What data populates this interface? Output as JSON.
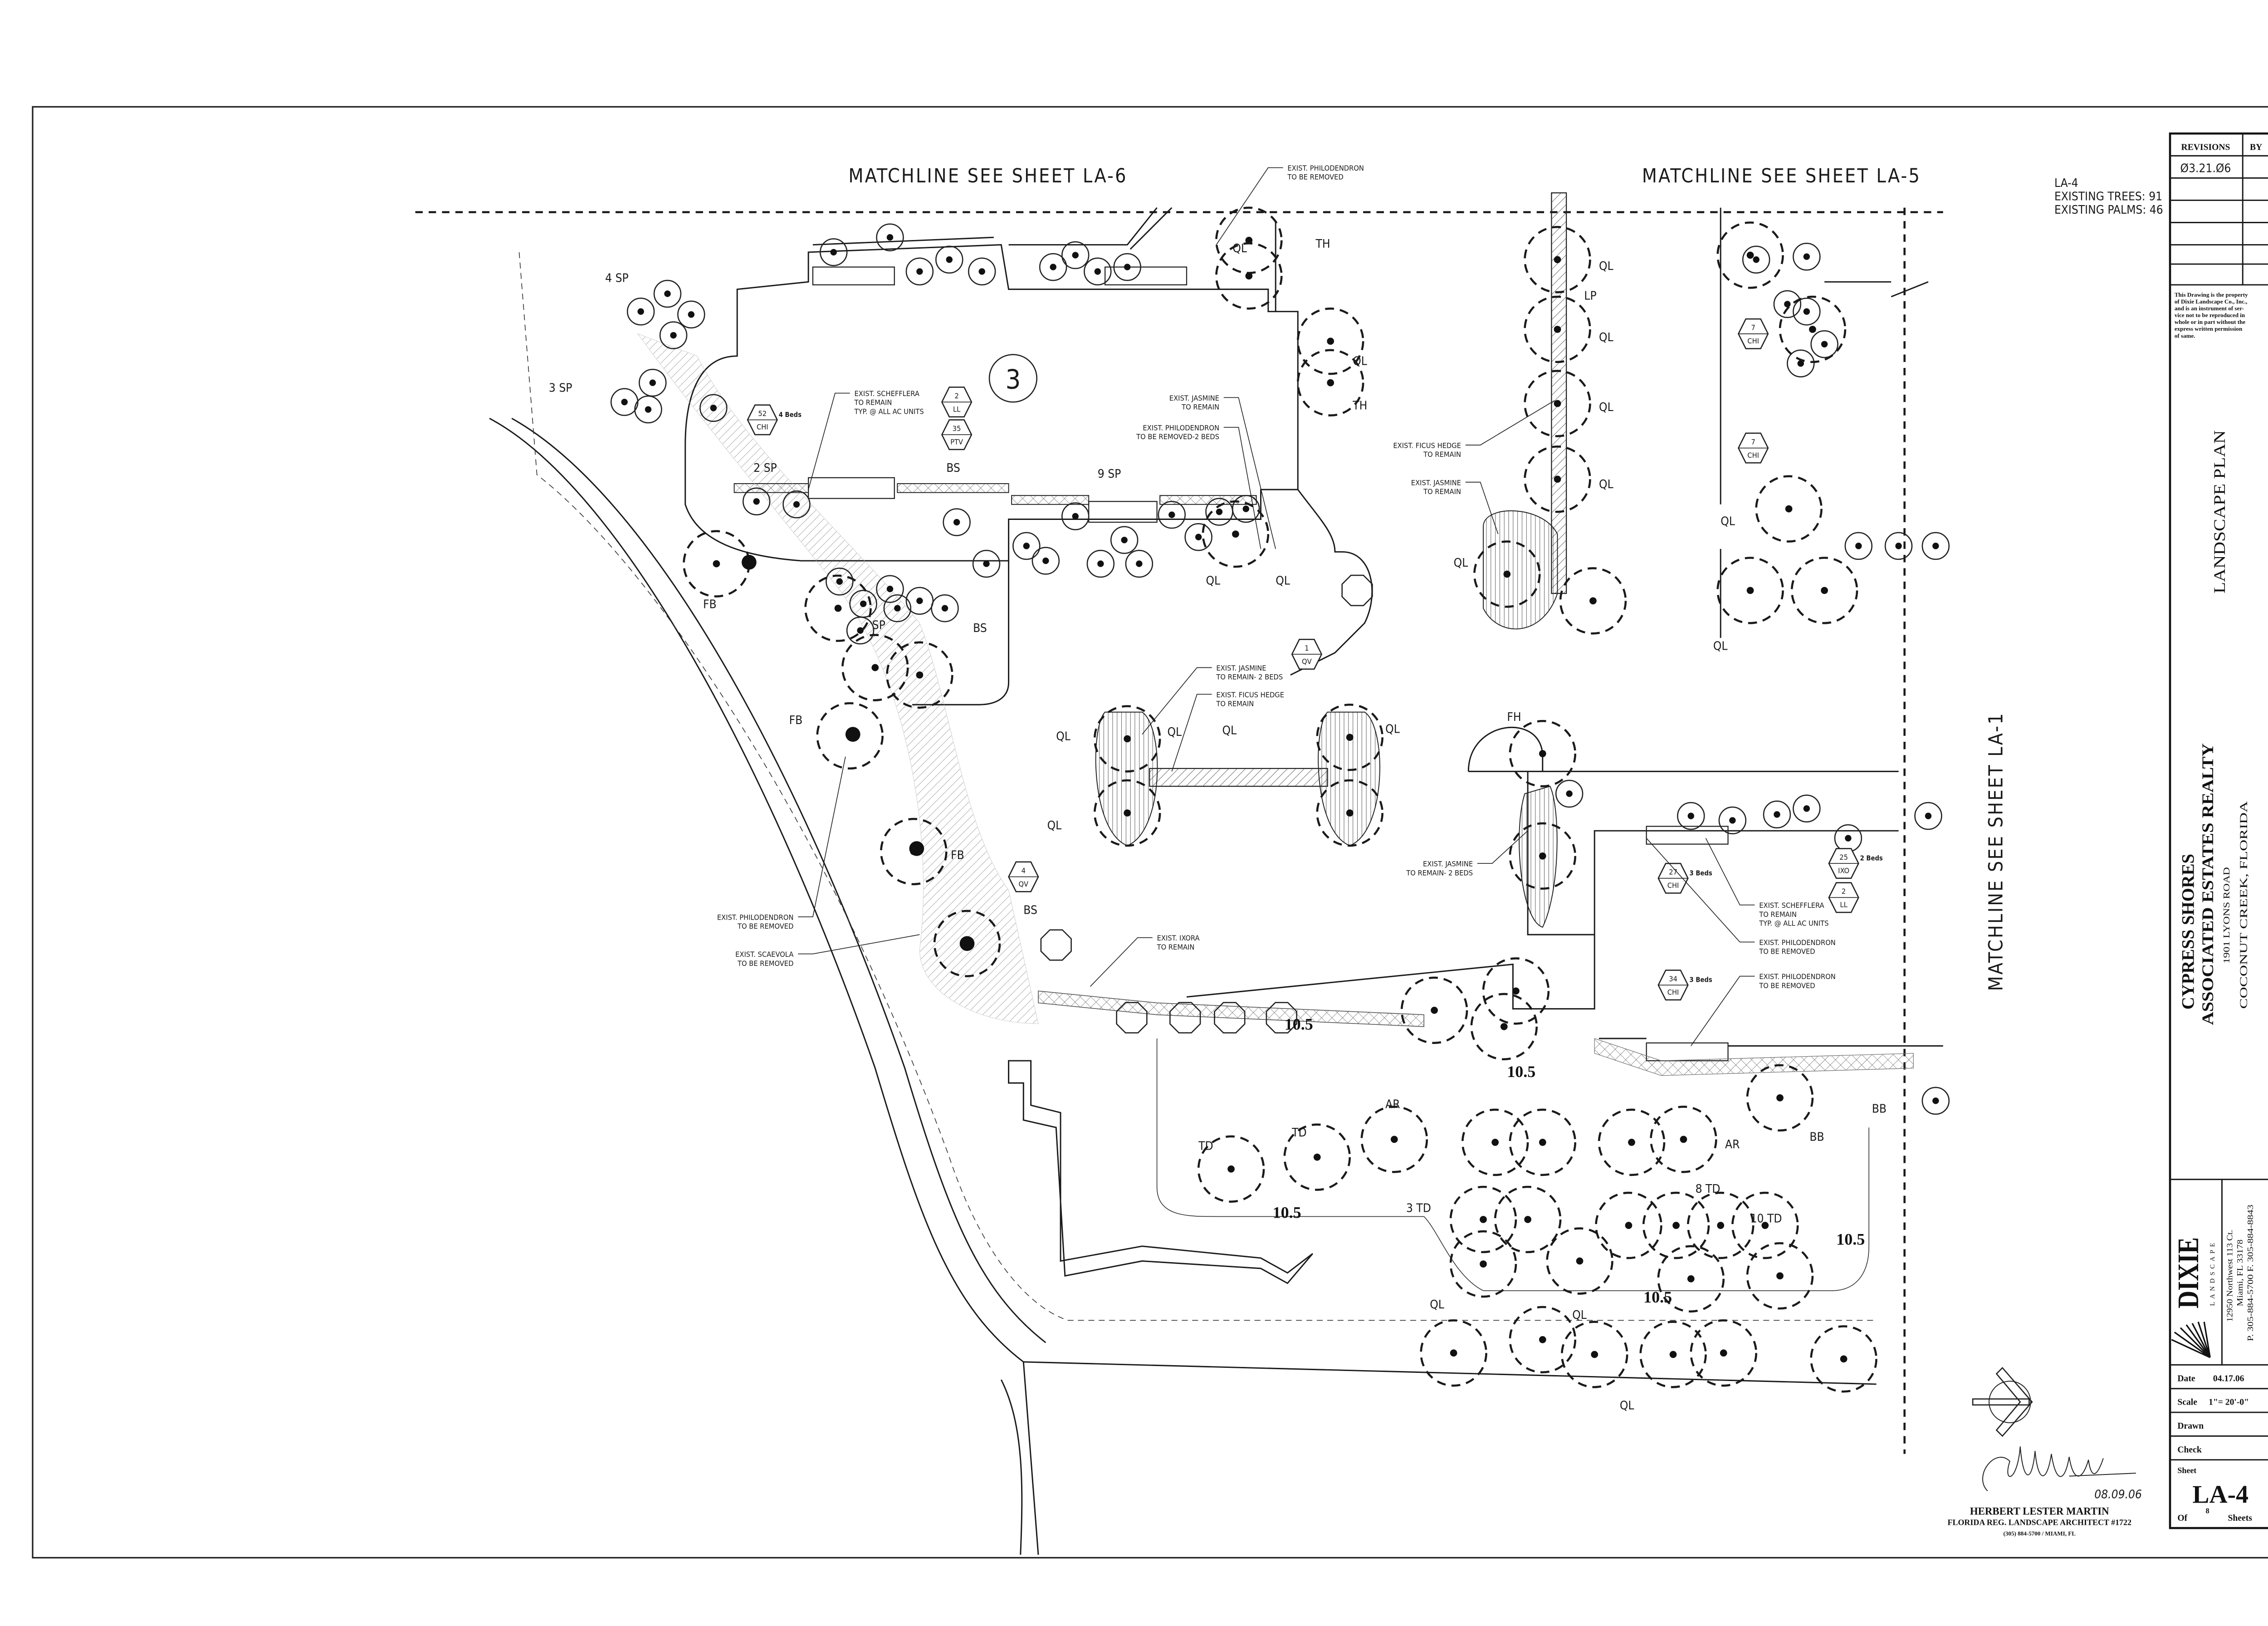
{
  "sheet_notes": {
    "sheet": "LA-4",
    "existing_trees": "EXISTING TREES: 91",
    "existing_palms": "EXISTING PALMS: 46"
  },
  "matchlines": {
    "top_left": "MATCHLINE SEE SHEET LA-6",
    "top_right": "MATCHLINE SEE SHEET LA-5",
    "right": "MATCHLINE SEE SHEET LA-1"
  },
  "building_number": "3",
  "plan": {
    "labels": [
      "4 SP",
      "3 SP",
      "2 SP",
      "BS",
      "9 SP",
      "TH",
      "QL",
      "QL",
      "TH",
      "QL",
      "QL",
      "FB",
      "BS",
      "SP",
      "FB",
      "FB",
      "BS",
      "QL",
      "LP",
      "QL",
      "QL",
      "QL",
      "QL",
      "QL",
      "QL",
      "QL",
      "QL",
      "QL",
      "QL",
      "QL",
      "FH",
      "AR",
      "AR",
      "BB",
      "BB",
      "TD",
      "TD",
      "3 TD",
      "8 TD",
      "10 TD",
      "QL",
      "QL",
      "QL"
    ],
    "grades": [
      "10.5",
      "10.5",
      "10.5",
      "10.5",
      "10.5"
    ],
    "tags": [
      {
        "count": "52",
        "code": "CHI",
        "note": "4 Beds"
      },
      {
        "count": "2",
        "code": "LL",
        "note": ""
      },
      {
        "count": "35",
        "code": "PTV",
        "note": ""
      },
      {
        "count": "7",
        "code": "CHI",
        "note": ""
      },
      {
        "count": "7",
        "code": "CHI",
        "note": ""
      },
      {
        "count": "4",
        "code": "QV",
        "note": ""
      },
      {
        "count": "1",
        "code": "QV",
        "note": ""
      },
      {
        "count": "27",
        "code": "CHI",
        "note": "3 Beds"
      },
      {
        "count": "34",
        "code": "CHI",
        "note": "3 Beds"
      },
      {
        "count": "25",
        "code": "IXO",
        "note": "2 Beds"
      },
      {
        "count": "2",
        "code": "LL",
        "note": ""
      }
    ],
    "callouts": [
      {
        "lines": [
          "EXIST. PHILODENDRON",
          "TO BE REMOVED"
        ]
      },
      {
        "lines": [
          "EXIST. SCHEFFLERA",
          "TO REMAIN",
          "TYP. @ ALL AC UNITS"
        ]
      },
      {
        "lines": [
          "EXIST. JASMINE",
          "TO REMAIN"
        ]
      },
      {
        "lines": [
          "EXIST. PHILODENDRON",
          "TO BE REMOVED-2 BEDS"
        ]
      },
      {
        "lines": [
          "EXIST. FICUS HEDGE",
          "TO REMAIN"
        ]
      },
      {
        "lines": [
          "EXIST. JASMINE",
          "TO REMAIN"
        ]
      },
      {
        "lines": [
          "EXIST. JASMINE",
          "TO REMAIN- 2 BEDS"
        ]
      },
      {
        "lines": [
          "EXIST. FICUS HEDGE",
          "TO REMAIN"
        ]
      },
      {
        "lines": [
          "EXIST. JASMINE",
          "TO REMAIN- 2 BEDS"
        ]
      },
      {
        "lines": [
          "EXIST. SCHEFFLERA",
          "TO REMAIN",
          "TYP. @ ALL AC UNITS"
        ]
      },
      {
        "lines": [
          "EXIST. PHILODENDRON",
          "TO BE REMOVED"
        ]
      },
      {
        "lines": [
          "EXIST. PHILODENDRON",
          "TO BE REMOVED"
        ]
      },
      {
        "lines": [
          "EXIST. PHILODENDRON",
          "TO BE REMOVED"
        ]
      },
      {
        "lines": [
          "EXIST. SCAEVOLA",
          "TO BE REMOVED"
        ]
      },
      {
        "lines": [
          "EXIST. IXORA",
          "TO REMAIN"
        ]
      }
    ]
  },
  "title_block": {
    "revisions_header": "REVISIONS",
    "by_header": "BY",
    "revisions": [
      "Ø3.21.Ø6"
    ],
    "copyright": [
      "This Drawing is the property",
      "of Dixie Landscape Co., Inc.,",
      "and is an instrument of ser-",
      "vice not to be reproduced in",
      "whole or in part without the",
      "express written permission",
      "of same."
    ],
    "drawing_title": "LANDSCAPE PLAN",
    "project": "CYPRESS SHORES",
    "client": "ASSOCIATED ESTATES REALTY",
    "address1": "1901 LYONS ROAD",
    "address2": "COCONUT CREEK, FLORIDA",
    "company": "DIXIE",
    "company_sub": "LANDSCAPE",
    "company_address": [
      "12950 Northwest 113 Ct.",
      "Miami, FL 33178",
      "P. 305-884-5700  F. 305-884-8843"
    ],
    "date_label": "Date",
    "date": "04.17.06",
    "scale_label": "Scale",
    "scale": "1\"= 20'-0\"",
    "drawn_label": "Drawn",
    "check_label": "Check",
    "sheet_label": "Sheet",
    "sheet": "LA-4",
    "of_label": "Of",
    "total_sheets": "8",
    "sheets_label": "Sheets"
  },
  "signature": {
    "date": "08.09.06",
    "name": "HERBERT LESTER MARTIN",
    "title": "FLORIDA REG. LANDSCAPE ARCHITECT #1722",
    "contact": "(305) 884-5700 / MIAMI, FL"
  }
}
